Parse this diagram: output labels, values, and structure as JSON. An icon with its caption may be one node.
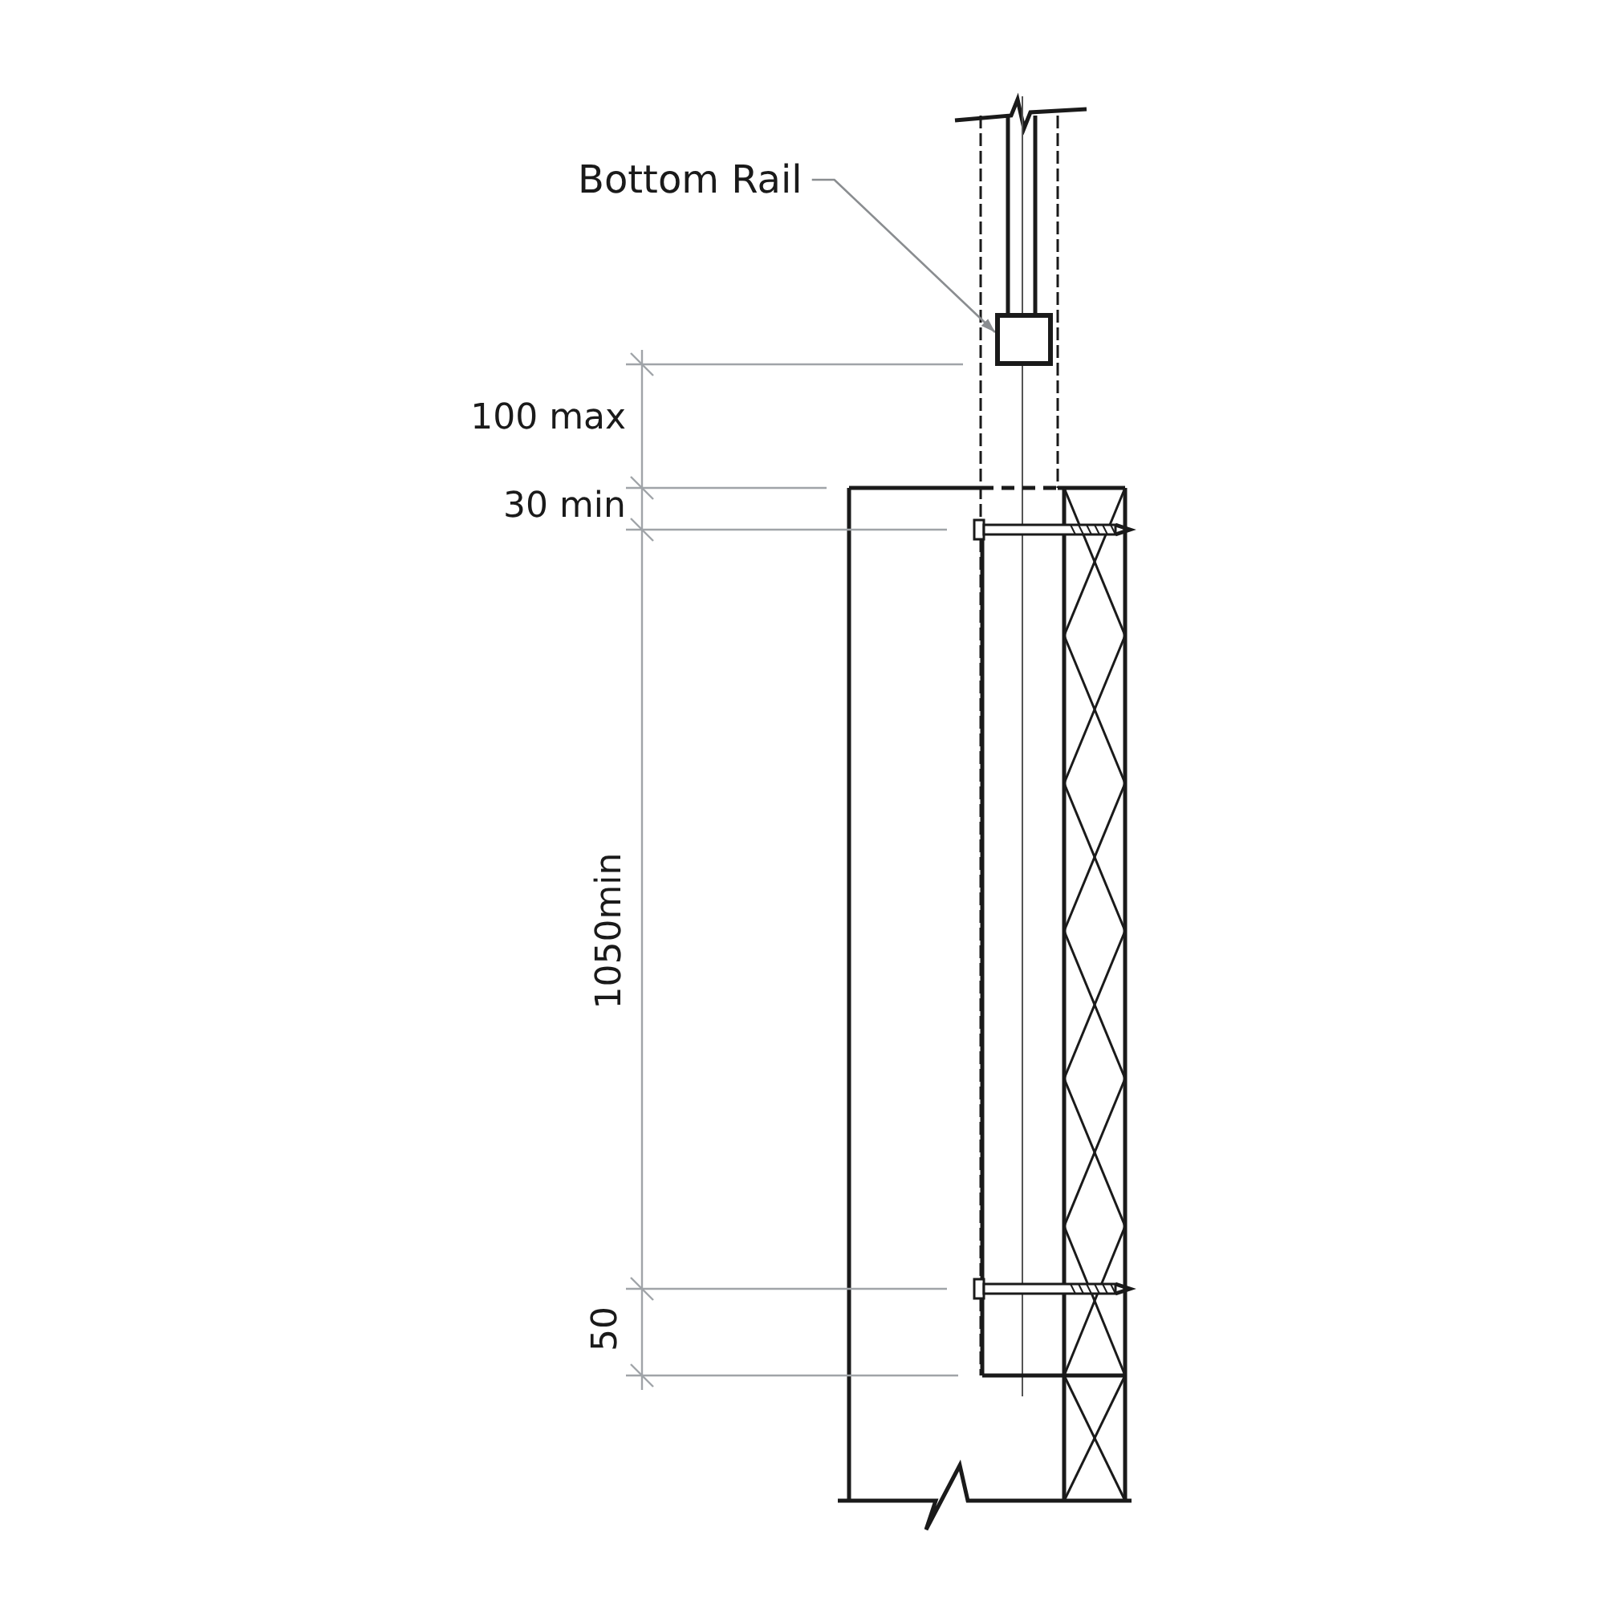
{
  "diagram": {
    "nodes": [
      {
        "text": [
          "Bottom Rail"
        ]
      },
      {
        "text": [],
        "shape": "box"
      }
    ],
    "edges": [
      {
        "from": 0,
        "to": 1,
        "arrow": "to"
      }
    ],
    "labels": [
      "100 max",
      "30 min",
      "1050min",
      "50"
    ]
  }
}
